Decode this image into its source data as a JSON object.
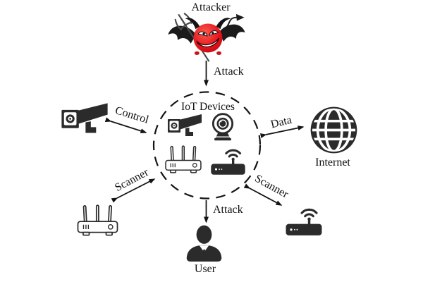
{
  "diagram": {
    "topic": "IoT attack scenario diagram"
  },
  "colors": {
    "icon_dark": "#2b2b2b",
    "line": "#141414",
    "text": "#111111",
    "devil_red": "#e31119",
    "devil_red_light": "#fb5a4e",
    "background": "#ffffff"
  },
  "nodes": {
    "attacker": {
      "label": "Attacker",
      "icon": "devil-icon"
    },
    "iot_group": {
      "label": "IoT Devices",
      "icons": [
        "cctv-camera-icon",
        "webcam-icon",
        "wireless-router-icon",
        "wifi-modem-icon"
      ]
    },
    "surveillance_camera": {
      "icon": "cctv-camera-icon"
    },
    "internet": {
      "label": "Internet",
      "icon": "globe-icon"
    },
    "wireless_router": {
      "icon": "wireless-router-icon"
    },
    "wifi_modem": {
      "icon": "wifi-modem-icon"
    },
    "user": {
      "label": "User",
      "icon": "person-icon"
    }
  },
  "edges": [
    {
      "id": "attack-top",
      "from": "attacker",
      "to": "iot_group",
      "label": "Attack",
      "arrows": "one-way"
    },
    {
      "id": "control",
      "from": "surveillance_camera",
      "to": "iot_group",
      "label": "Control",
      "arrows": "two-way"
    },
    {
      "id": "data",
      "from": "iot_group",
      "to": "internet",
      "label": "Data",
      "arrows": "two-way"
    },
    {
      "id": "scanner-left",
      "from": "wireless_router",
      "to": "iot_group",
      "label": "Scanner",
      "arrows": "two-way"
    },
    {
      "id": "scanner-right",
      "from": "iot_group",
      "to": "wifi_modem",
      "label": "Scanner",
      "arrows": "two-way"
    },
    {
      "id": "attack-bottom",
      "from": "iot_group",
      "to": "user",
      "label": "Attack",
      "arrows": "one-way"
    }
  ]
}
